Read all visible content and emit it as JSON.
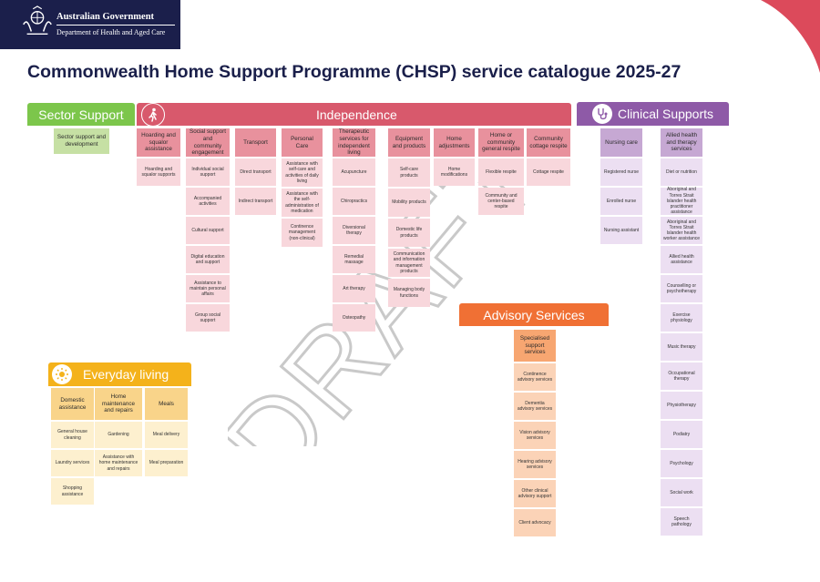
{
  "header": {
    "government_name": "Australian Government",
    "department_name": "Department of Health and Aged Care"
  },
  "title": "Commonwealth Home Support Programme (CHSP) service catalogue 2025-27",
  "watermark": "DRAFT",
  "colors": {
    "navy": "#1b1f4b",
    "sector": "#7cc64b",
    "independence": "#d8596c",
    "clinical": "#8e5aa7",
    "advisory": "#f07034",
    "everyday": "#f4b21b",
    "corner_arc": "#dc4a5b"
  },
  "groups": {
    "sector_support": {
      "title": "Sector Support",
      "categories": [
        {
          "label": "Sector support and development",
          "items": []
        }
      ]
    },
    "independence": {
      "title": "Independence",
      "icon": "walking-person-icon",
      "categories": [
        {
          "label": "Hoarding and squalor assistance",
          "items": [
            "Hoarding and squalor supports"
          ]
        },
        {
          "label": "Social support and community engagement",
          "items": [
            "Individual social support",
            "Accompanied activities",
            "Cultural support",
            "Digital education and support",
            "Assistance to maintain personal affairs",
            "Group social support"
          ]
        },
        {
          "label": "Transport",
          "items": [
            "Direct transport",
            "Indirect transport"
          ]
        },
        {
          "label": "Personal Care",
          "items": [
            "Assistance with self-care and activities of daily living",
            "Assistance with the self-administration of medication",
            "Continence management (non-clinical)"
          ]
        },
        {
          "label": "Therapeutic services for independent living",
          "items": [
            "Acupuncture",
            "Chiropractics",
            "Diversional therapy",
            "Remedial massage",
            "Art therapy",
            "Osteopathy"
          ]
        },
        {
          "label": "Equipment and products",
          "items": [
            "Self-care products",
            "Mobility products",
            "Domestic life products",
            "Communication and information management products",
            "Managing body functions"
          ]
        },
        {
          "label": "Home adjustments",
          "items": [
            "Home modifications"
          ]
        },
        {
          "label": "Home or community general respite",
          "items": [
            "Flexible respite",
            "Community and center-based respite"
          ]
        },
        {
          "label": "Community cottage respite",
          "items": [
            "Cottage respite"
          ]
        }
      ]
    },
    "clinical_supports": {
      "title": "Clinical Supports",
      "icon": "stethoscope-icon",
      "categories": [
        {
          "label": "Nursing care",
          "items": [
            "Registered nurse",
            "Enrolled nurse",
            "Nursing assistant"
          ]
        },
        {
          "label": "Allied health and therapy services",
          "items": [
            "Diet or nutrition",
            "Aboriginal and Torres Strait Islander health practitioner assistance",
            "Aboriginal and Torres Strait Islander health worker assistance",
            "Allied health assistance",
            "Counselling or psychotherapy",
            "Exercise physiology",
            "Music therapy",
            "Occupational therapy",
            "Physiotherapy",
            "Podiatry",
            "Psychology",
            "Social work",
            "Speech pathology"
          ]
        }
      ]
    },
    "advisory_services": {
      "title": "Advisory Services",
      "categories": [
        {
          "label": "Specialised support services",
          "items": [
            "Continence advisory services",
            "Dementia advisory services",
            "Vision advisory services",
            "Hearing advisory services",
            "Other clinical advisory support",
            "Client advocacy"
          ]
        }
      ]
    },
    "everyday_living": {
      "title": "Everyday living",
      "icon": "sun-icon",
      "categories": [
        {
          "label": "Domestic assistance",
          "items": [
            "General house cleaning",
            "Laundry services",
            "Shopping assistance"
          ]
        },
        {
          "label": "Home maintenance and repairs",
          "items": [
            "Gardening",
            "Assistance with home maintenance and repairs"
          ]
        },
        {
          "label": "Meals",
          "items": [
            "Meal delivery",
            "Meal preparation"
          ]
        }
      ]
    }
  }
}
